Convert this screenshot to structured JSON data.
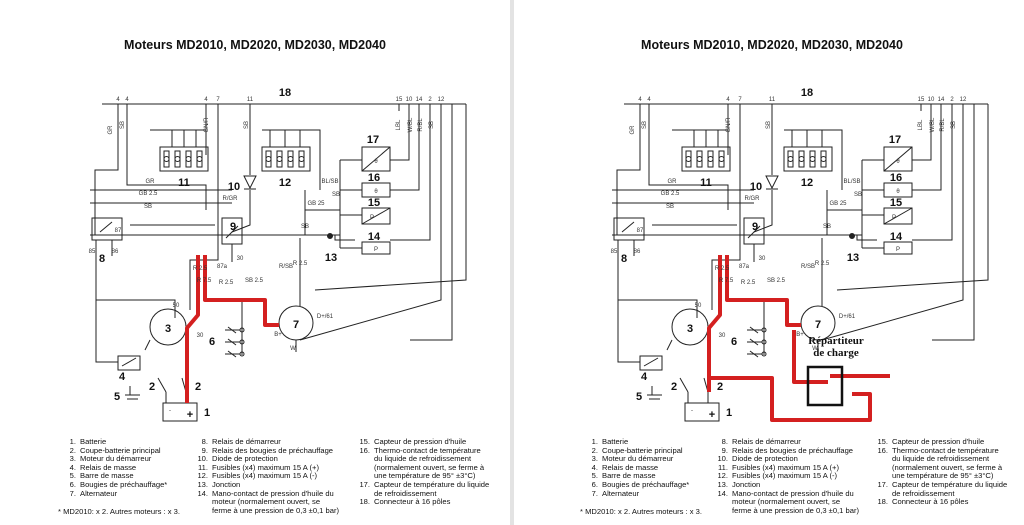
{
  "title": "Moteurs MD2010, MD2020, MD2030, MD2040",
  "component_numbers": [
    "1",
    "2",
    "3",
    "4",
    "5",
    "6",
    "7",
    "8",
    "9",
    "10",
    "11",
    "12",
    "13",
    "14",
    "15",
    "16",
    "17",
    "18"
  ],
  "component_symbols": {
    "sensor_16": "θ",
    "sensor_17": "θ",
    "sensor_15": "P",
    "sensor_14": "P"
  },
  "wire_labels": {
    "top": [
      "4",
      "4",
      "4",
      "7",
      "11",
      "15",
      "10",
      "14",
      "2",
      "12"
    ],
    "colors": [
      "GR",
      "SB",
      "GN/R",
      "SB",
      "LBL",
      "W/BL",
      "R/BL",
      "SB",
      "GB 2.5",
      "SB",
      "GR",
      "R/GR",
      "R 2.5",
      "R 7.5",
      "R 2.5",
      "SB 2.5",
      "R/SB",
      "BL/SB",
      "SB",
      "GB 25",
      "R 2.5",
      "SB"
    ],
    "relay_pins": [
      "85",
      "86",
      "87",
      "30",
      "87a",
      "50",
      "30",
      "B+",
      "D+/61",
      "W"
    ]
  },
  "legend": {
    "col1": [
      {
        "num": "1.",
        "text": "Batterie"
      },
      {
        "num": "2.",
        "text": "Coupe-batterie principal"
      },
      {
        "num": "3.",
        "text": "Moteur du démarreur"
      },
      {
        "num": "4.",
        "text": "Relais de masse"
      },
      {
        "num": "5.",
        "text": "Barre de masse"
      },
      {
        "num": "6.",
        "text": "Bougies de préchauffage*"
      },
      {
        "num": "7.",
        "text": "Alternateur"
      }
    ],
    "col2": [
      {
        "num": "8.",
        "text": "Relais de démarreur"
      },
      {
        "num": "9.",
        "text": "Relais des bougies de préchauffage"
      },
      {
        "num": "10.",
        "text": "Diode de protection"
      },
      {
        "num": "11.",
        "text": "Fusibles (x4) maximum 15 A (+)"
      },
      {
        "num": "12.",
        "text": "Fusibles (x4) maximum 15 A (-)"
      },
      {
        "num": "13.",
        "text": "Jonction"
      },
      {
        "num": "14.",
        "text": "Mano-contact de pression d'huile du\nmoteur (normalement ouvert, se\nferme à une pression de 0,3 ±0,1 bar)"
      }
    ],
    "col3": [
      {
        "num": "15.",
        "text": "Capteur de pression d'huile"
      },
      {
        "num": "16.",
        "text": "Thermo-contact de température\ndu liquide de refroidissement\n(normalement ouvert, se ferme à\nune température de 95° ±3°C)"
      },
      {
        "num": "17.",
        "text": "Capteur de température du liquide\nde refroidissement"
      },
      {
        "num": "18.",
        "text": "Connecteur à 16 pôles"
      }
    ]
  },
  "footnote": "* MD2010: x 2. Autres moteurs : x 3.",
  "annotation": {
    "line1": "Répartiteur",
    "line2": "de charge"
  },
  "colors": {
    "wire": "#222222",
    "highlight": "#d42020",
    "background": "#ffffff"
  }
}
